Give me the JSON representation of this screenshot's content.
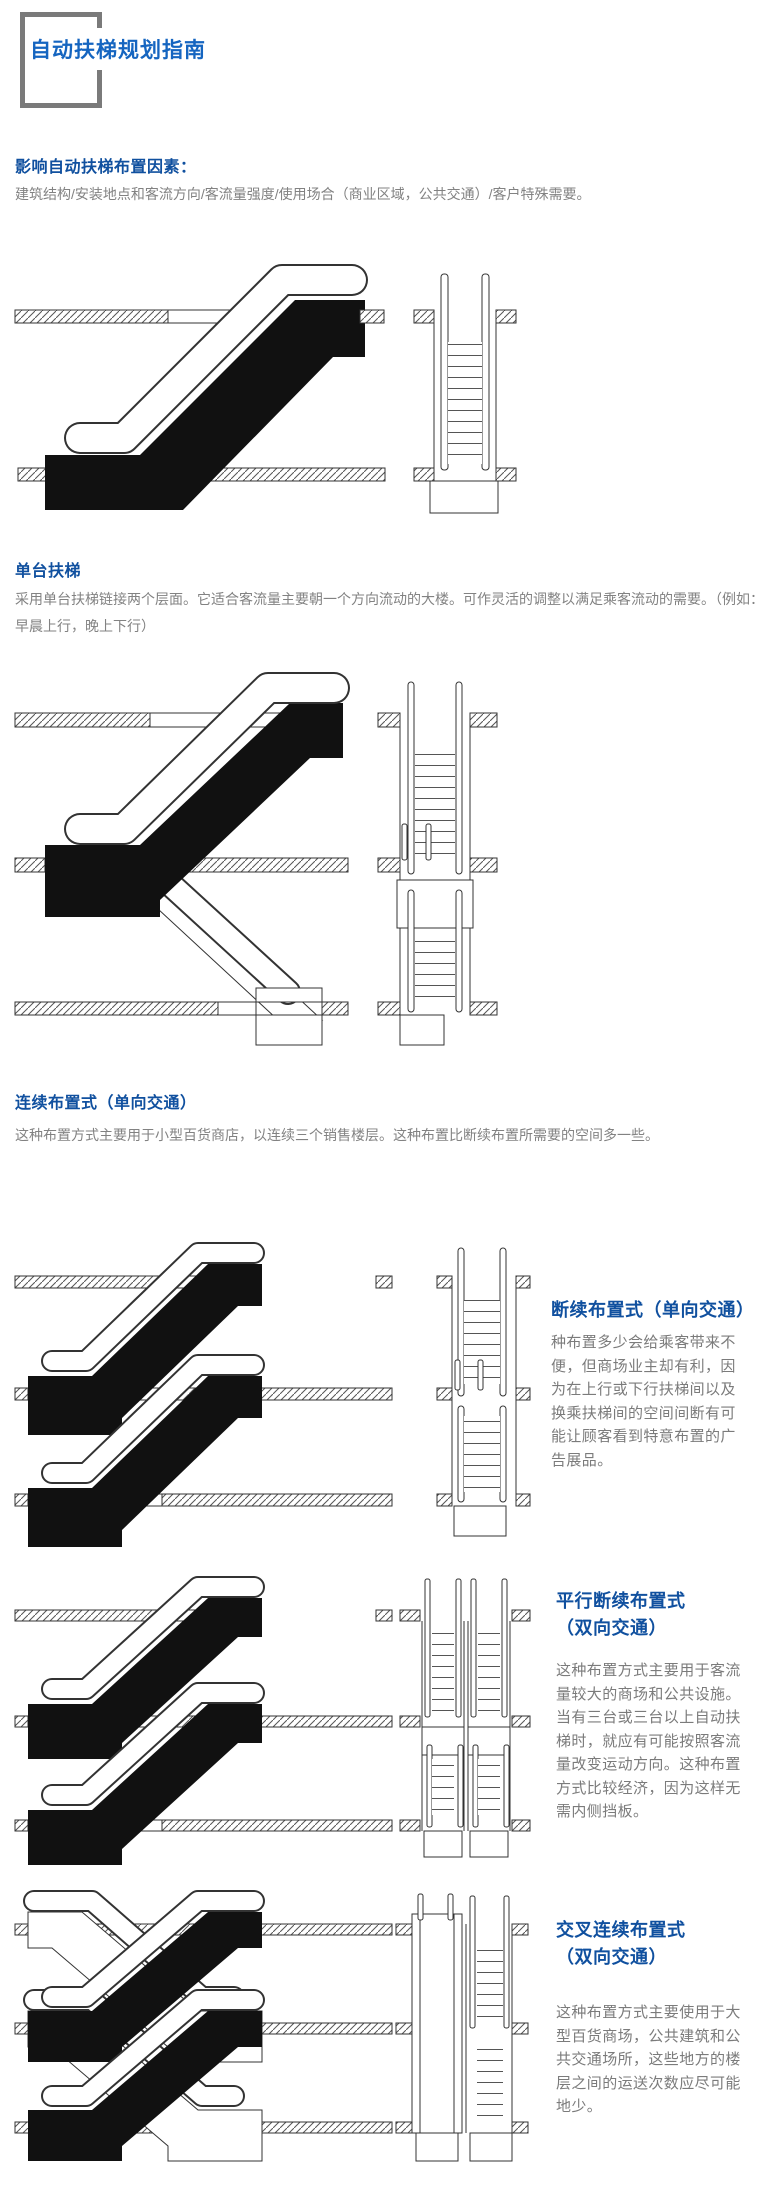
{
  "header": {
    "title": "自动扶梯规划指南"
  },
  "colors": {
    "title_blue": "#1565c0",
    "heading_blue": "#10509f",
    "body_gray": "#828282",
    "bracket_gray": "#7a7a7a"
  },
  "sections": {
    "factors": {
      "heading": "影响自动扶梯布置因素：",
      "body": "建筑结构/安装地点和客流方向/客流量强度/使用场合（商业区域，公共交通）/客户特殊需要。"
    },
    "single": {
      "heading": "单台扶梯",
      "body": "采用单台扶梯链接两个层面。它适合客流量主要朝一个方向流动的大楼。可作灵活的调整以满足乘客流动的需要。（例如：早晨上行，晚上下行）"
    },
    "continuous": {
      "heading": "连续布置式（单向交通）",
      "body": "这种布置方式主要用于小型百货商店，以连续三个销售楼层。这种布置比断续布置所需要的空间多一些。"
    },
    "interrupted": {
      "heading": "断续布置式（单向交通）",
      "body": "种布置多少会给乘客带来不便，但商场业主却有利，因为在上行或下行扶梯间以及换乘扶梯间的空间间断有可能让顾客看到特意布置的广告展品。"
    },
    "parallel": {
      "heading_line1": "平行断续布置式",
      "heading_line2": "（双向交通）",
      "body": "这种布置方式主要用于客流量较大的商场和公共设施。当有三台或三台以上自动扶梯时，就应有可能按照客流量改变运动方向。这种布置方式比较经济，因为这样无需内侧挡板。"
    },
    "cross": {
      "heading_line1": "交叉连续布置式",
      "heading_line2": "（双向交通）",
      "body": "这种布置方式主要使用于大型百货商场，公共建筑和公共交通场所，这些地方的楼层之间的运送次数应尽可能地少。"
    }
  }
}
